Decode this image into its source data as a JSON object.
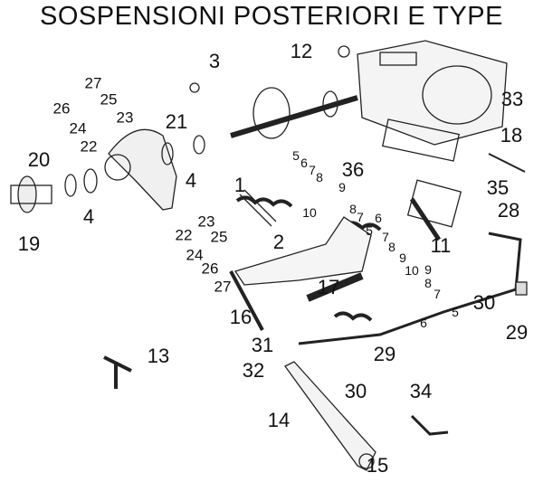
{
  "title": "SOSPENSIONI POSTERIORI E TYPE",
  "callouts": [
    "3",
    "12",
    "27",
    "26",
    "25",
    "24",
    "23",
    "22",
    "21",
    "33",
    "20",
    "4",
    "19",
    "4",
    "18",
    "36",
    "1",
    "5",
    "6",
    "7",
    "8",
    "9",
    "10",
    "35",
    "28",
    "2",
    "23",
    "22",
    "24",
    "25",
    "26",
    "27",
    "11",
    "8",
    "7",
    "6",
    "5",
    "7",
    "8",
    "17",
    "16",
    "9",
    "10",
    "9",
    "8",
    "7",
    "5",
    "6",
    "30",
    "29",
    "31",
    "32",
    "13",
    "29",
    "30",
    "14",
    "34",
    "15"
  ]
}
